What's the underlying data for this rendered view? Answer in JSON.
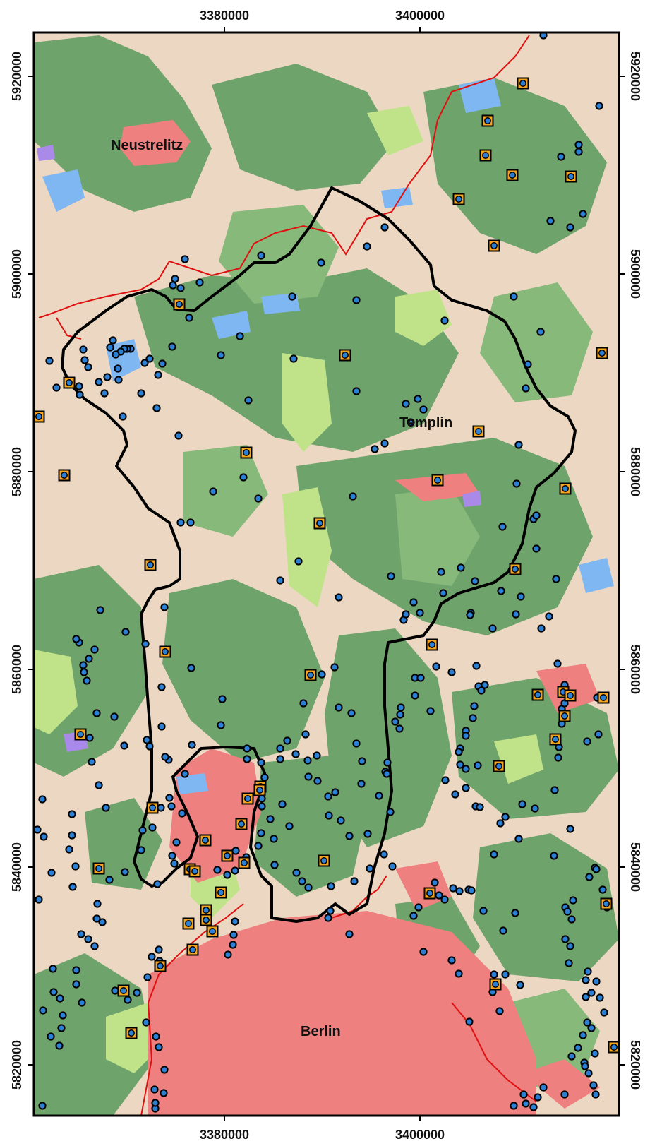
{
  "map": {
    "x_ticks": [
      "3380000",
      "3400000"
    ],
    "y_ticks": [
      "5920000",
      "5900000",
      "5880000",
      "5860000",
      "5840000",
      "5820000"
    ],
    "places": {
      "neustrelitz": "Neustrelitz",
      "templin": "Templin",
      "berlin": "Berlin"
    },
    "colors": {
      "forest_dark": "#6fa36c",
      "forest_light": "#86b97a",
      "agriculture": "#ecd8c2",
      "grassland": "#c0e38a",
      "urban": "#ee8080",
      "water": "#7fb7f2",
      "wetland": "#a98ae8",
      "boundary": "#000000",
      "state_border": "#e01010",
      "point_fill": "#2b7fd4",
      "square_fill": "#f4a51d"
    }
  }
}
